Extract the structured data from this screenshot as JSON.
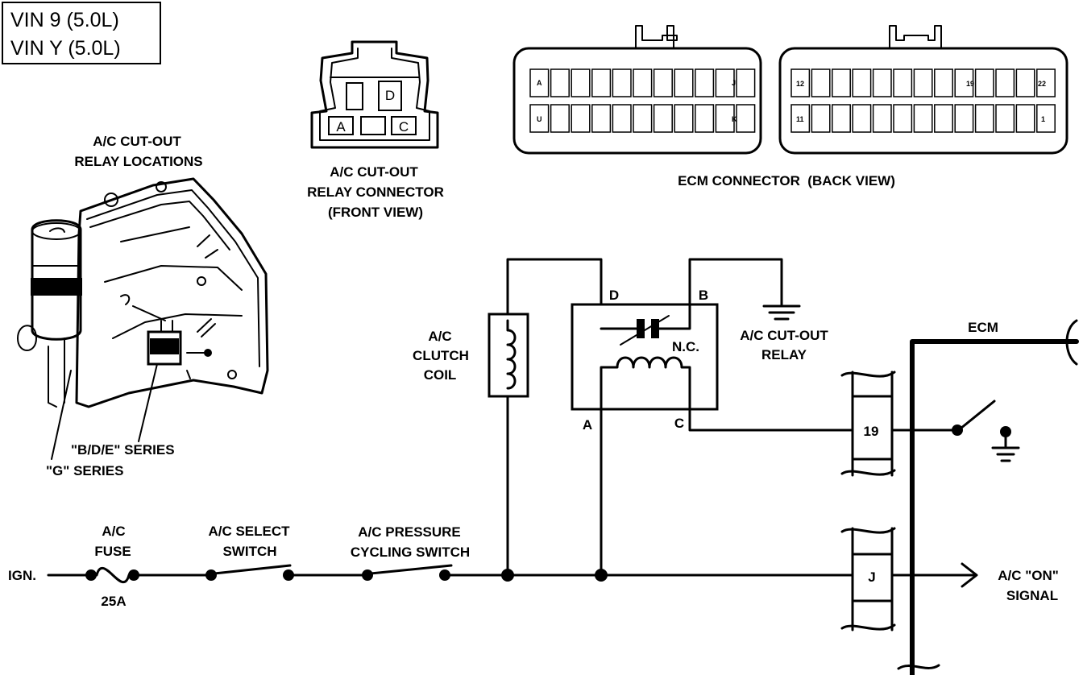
{
  "vin_box": {
    "line1": "VIN 9 (5.0L)",
    "line2": "VIN Y (5.0L)"
  },
  "relay_locations": {
    "title_line1": "A/C CUT-OUT",
    "title_line2": "RELAY LOCATIONS",
    "label_bde": "\"B/D/E\" SERIES",
    "label_g": "\"G\" SERIES"
  },
  "relay_connector": {
    "line1": "A/C CUT-OUT",
    "line2": "RELAY CONNECTOR",
    "line3": "(FRONT VIEW)",
    "pins": {
      "a": "A",
      "c": "C",
      "d": "D"
    }
  },
  "ecm_connector": {
    "caption": "ECM CONNECTOR  (BACK VIEW)",
    "left": {
      "top_first": "A",
      "top_last": "J",
      "bottom_first": "U",
      "bottom_last": "K"
    },
    "right": {
      "top_first": "12",
      "top_mid": "19",
      "top_last": "22",
      "bottom_first": "11",
      "bottom_last": "1"
    }
  },
  "schematic": {
    "clutch_coil": {
      "line1": "A/C",
      "line2": "CLUTCH",
      "line3": "COIL"
    },
    "relay": {
      "pin_d": "D",
      "pin_b": "B",
      "pin_a": "A",
      "pin_c": "C",
      "nc": "N.C.",
      "label_line1": "A/C CUT-OUT",
      "label_line2": "RELAY"
    },
    "ecm_label": "ECM",
    "ecm_pin_19": "19",
    "ecm_pin_j": "J",
    "ign": "IGN.",
    "fuse": {
      "line1": "A/C",
      "line2": "FUSE",
      "rating": "25A"
    },
    "select_switch": {
      "line1": "A/C SELECT",
      "line2": "SWITCH"
    },
    "pressure_switch": {
      "line1": "A/C PRESSURE",
      "line2": "CYCLING SWITCH"
    },
    "on_signal": {
      "line1": "A/C \"ON\"",
      "line2": "SIGNAL"
    }
  }
}
